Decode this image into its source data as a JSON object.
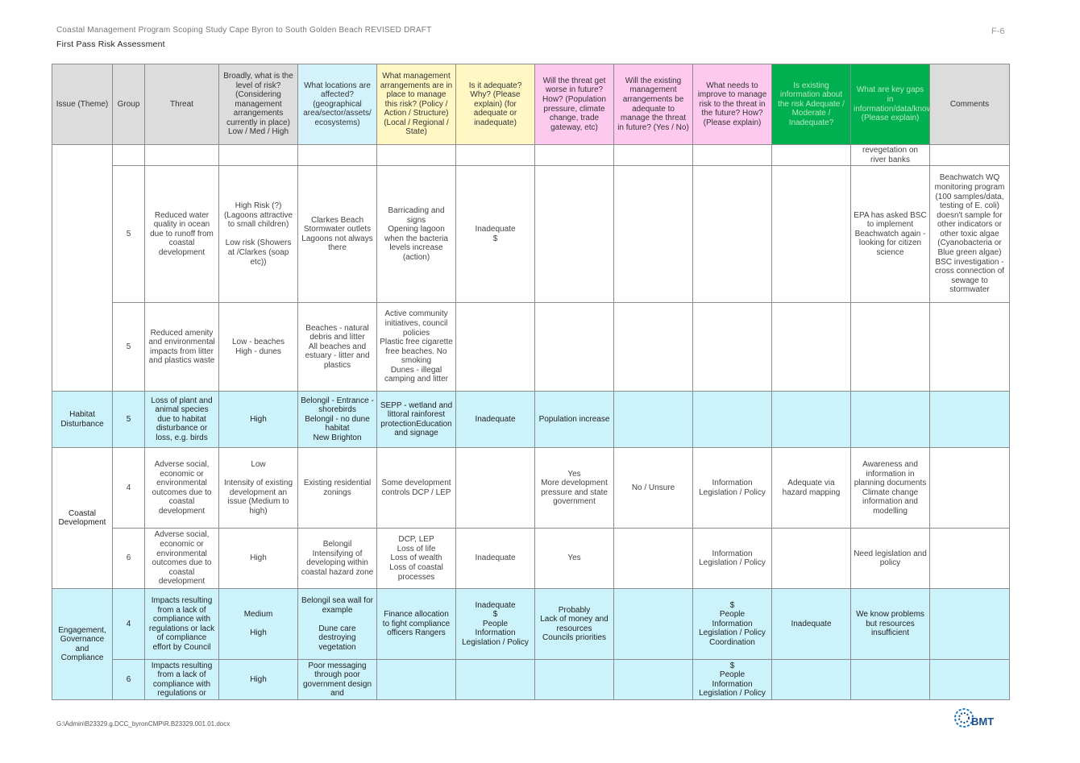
{
  "header": {
    "title": "Coastal Management Program Scoping Study Cape Byron to South Golden Beach REVISED DRAFT",
    "subtitle": "First Pass Risk Assessment",
    "page": "F-6"
  },
  "footer": {
    "path": "G:\\Admin\\B23329.g.DCC_byronCMP\\R.B23329.001.01.docx",
    "logo_text": "BMT"
  },
  "colors": {
    "grey_header": "#dcdcdc",
    "blue_header": "#d3f2fb",
    "yellow_header": "#fff8c4",
    "pink_header": "#fdc9ee",
    "green_header": "#00b050",
    "cyan_row": "#ccf2fb"
  },
  "columns": [
    "Issue (Theme)",
    "Group",
    "Threat",
    "Broadly, what is the level of risk? (Considering management arrangements currently in place) Low / Med / High",
    "What locations are affected? (geographical area/sector/assets/ ecosystems)",
    "What management arrangements are in place to manage this risk? (Policy / Action / Structure) (Local / Regional / State)",
    "Is it adequate? Why? (Please explain) (for adequate or inadequate)",
    "Will the threat get worse in future? How? (Population pressure, climate change, trade gateway, etc)",
    "Will the existing management arrangements be adequate to manage the threat in future? (Yes / No)",
    "What needs to improve to manage risk to the threat in the future? How? (Please explain)",
    "Is existing information about the risk Adequate / Moderate / Inadequate?",
    "What are key gaps in information/data/knowledge? (Please explain)",
    "Comments"
  ],
  "rows": [
    {
      "theme": "",
      "cells": [
        "",
        "",
        "",
        "",
        "",
        "",
        "",
        "",
        "",
        "",
        "revegetation on river banks",
        ""
      ]
    },
    {
      "theme": "",
      "cells": [
        "5",
        "Reduced water quality in ocean due to runoff from coastal development",
        "High Risk (?) (Lagoons attractive to small children)\n\nLow risk (Showers at /Clarkes (soap etc))",
        "Clarkes Beach Stormwater outlets Lagoons not always there",
        "Barricading and signs\nOpening lagoon when the bacteria levels increase (action)",
        "Inadequate\n$",
        "",
        "",
        "",
        "",
        "EPA has asked BSC to implement Beachwatch again - looking for citizen science",
        "Beachwatch WQ monitoring program (100 samples/data, testing of E. coli) doesn't sample for other indicators or other toxic algae (Cyanobacteria or Blue green algae) BSC investigation - cross connection of sewage to stormwater"
      ]
    },
    {
      "theme": "",
      "cells": [
        "5",
        "Reduced amenity and environmental impacts from litter and plastics waste",
        "Low - beaches\nHigh - dunes",
        "Beaches - natural debris and litter\nAll beaches and estuary - litter and plastics",
        "Active community initiatives, council policies\nPlastic free cigarette free beaches. No smoking\nDunes - illegal camping and litter",
        "",
        "",
        "",
        "",
        "",
        "",
        ""
      ]
    },
    {
      "theme": "Habitat Disturbance",
      "cells": [
        "5",
        "Loss of plant and animal species due to habitat disturbance or loss, e.g. birds",
        "High",
        "Belongil - Entrance - shorebirds\nBelongil - no dune habitat\nNew Brighton",
        "SEPP - wetland and littoral rainforest protectionEducation and signage",
        "Inadequate",
        "Population increase",
        "",
        "",
        "",
        "",
        ""
      ]
    },
    {
      "theme": "Coastal Development",
      "cells": [
        "4",
        "Adverse social, economic or environmental outcomes due to coastal development",
        "Low\n\nIntensity of existing development an issue (Medium to high)",
        "Existing residential zonings",
        "Some development controls DCP / LEP",
        "",
        "Yes\nMore development pressure and state government",
        "No / Unsure",
        "Information Legislation / Policy",
        "Adequate via hazard mapping",
        "Awareness and information in planning documents\nClimate change information and modelling",
        ""
      ]
    },
    {
      "theme": "",
      "cells": [
        "6",
        "Adverse social, economic or environmental outcomes due to coastal development",
        "High",
        "Belongil\nIntensifying of developing within coastal hazard zone",
        "DCP, LEP\nLoss of life\nLoss of wealth\nLoss of coastal processes",
        "Inadequate",
        "Yes",
        "",
        "Information Legislation / Policy",
        "",
        "Need legislation and policy",
        ""
      ]
    },
    {
      "theme": "Engagement, Governance and Compliance",
      "cells": [
        "4",
        "Impacts resulting from a lack of compliance with regulations or lack of compliance effort by Council",
        "Medium\n\nHigh",
        "Belongil sea wall for example\n\nDune care destroying vegetation",
        "Finance allocation to fight compliance officers Rangers",
        "Inadequate\n$\nPeople\nInformation\nLegislation / Policy",
        "Probably\nLack of money and resources\nCouncils priorities",
        "",
        "$\nPeople\nInformation\nLegislation / Policy\nCoordination",
        "Inadequate",
        "We know problems but resources insufficient",
        ""
      ]
    },
    {
      "theme": "",
      "cells": [
        "6",
        "Impacts resulting from a lack of compliance with regulations or",
        "High",
        "Poor messaging through poor government design and",
        "",
        "",
        "",
        "",
        "$\nPeople\nInformation\nLegislation / Policy",
        "",
        "",
        ""
      ]
    }
  ]
}
